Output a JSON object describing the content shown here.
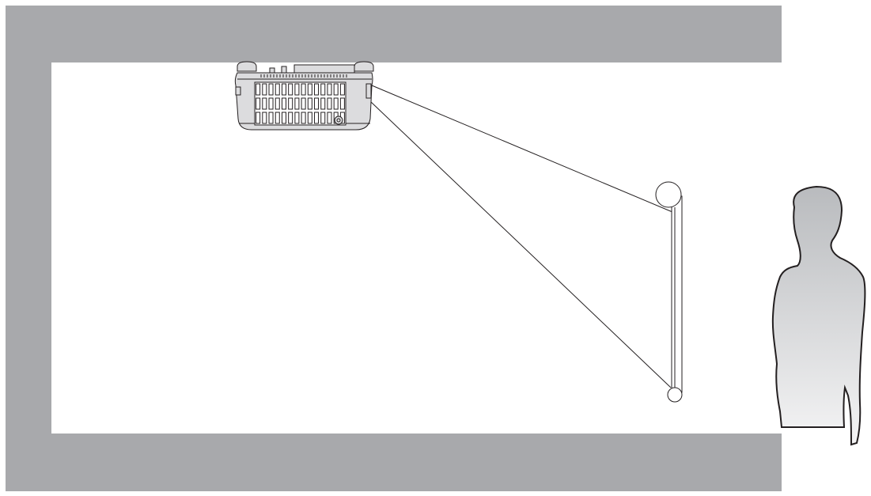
{
  "diagram": {
    "colors": {
      "room_wall": "#a8a9ac",
      "background": "#ffffff",
      "line": "#231f20",
      "projector_body": "#dcdcde",
      "person_fill_top": "#b9bbbe",
      "person_fill_bottom": "#f4f4f5"
    },
    "elements": [
      {
        "id": "room",
        "name": "room-cross-section"
      },
      {
        "id": "ceiling-projector",
        "name": "ceiling-mounted-projector"
      },
      {
        "id": "beam",
        "name": "projection-beam"
      },
      {
        "id": "screen",
        "name": "projection-screen"
      },
      {
        "id": "person",
        "name": "viewer-silhouette"
      }
    ]
  }
}
